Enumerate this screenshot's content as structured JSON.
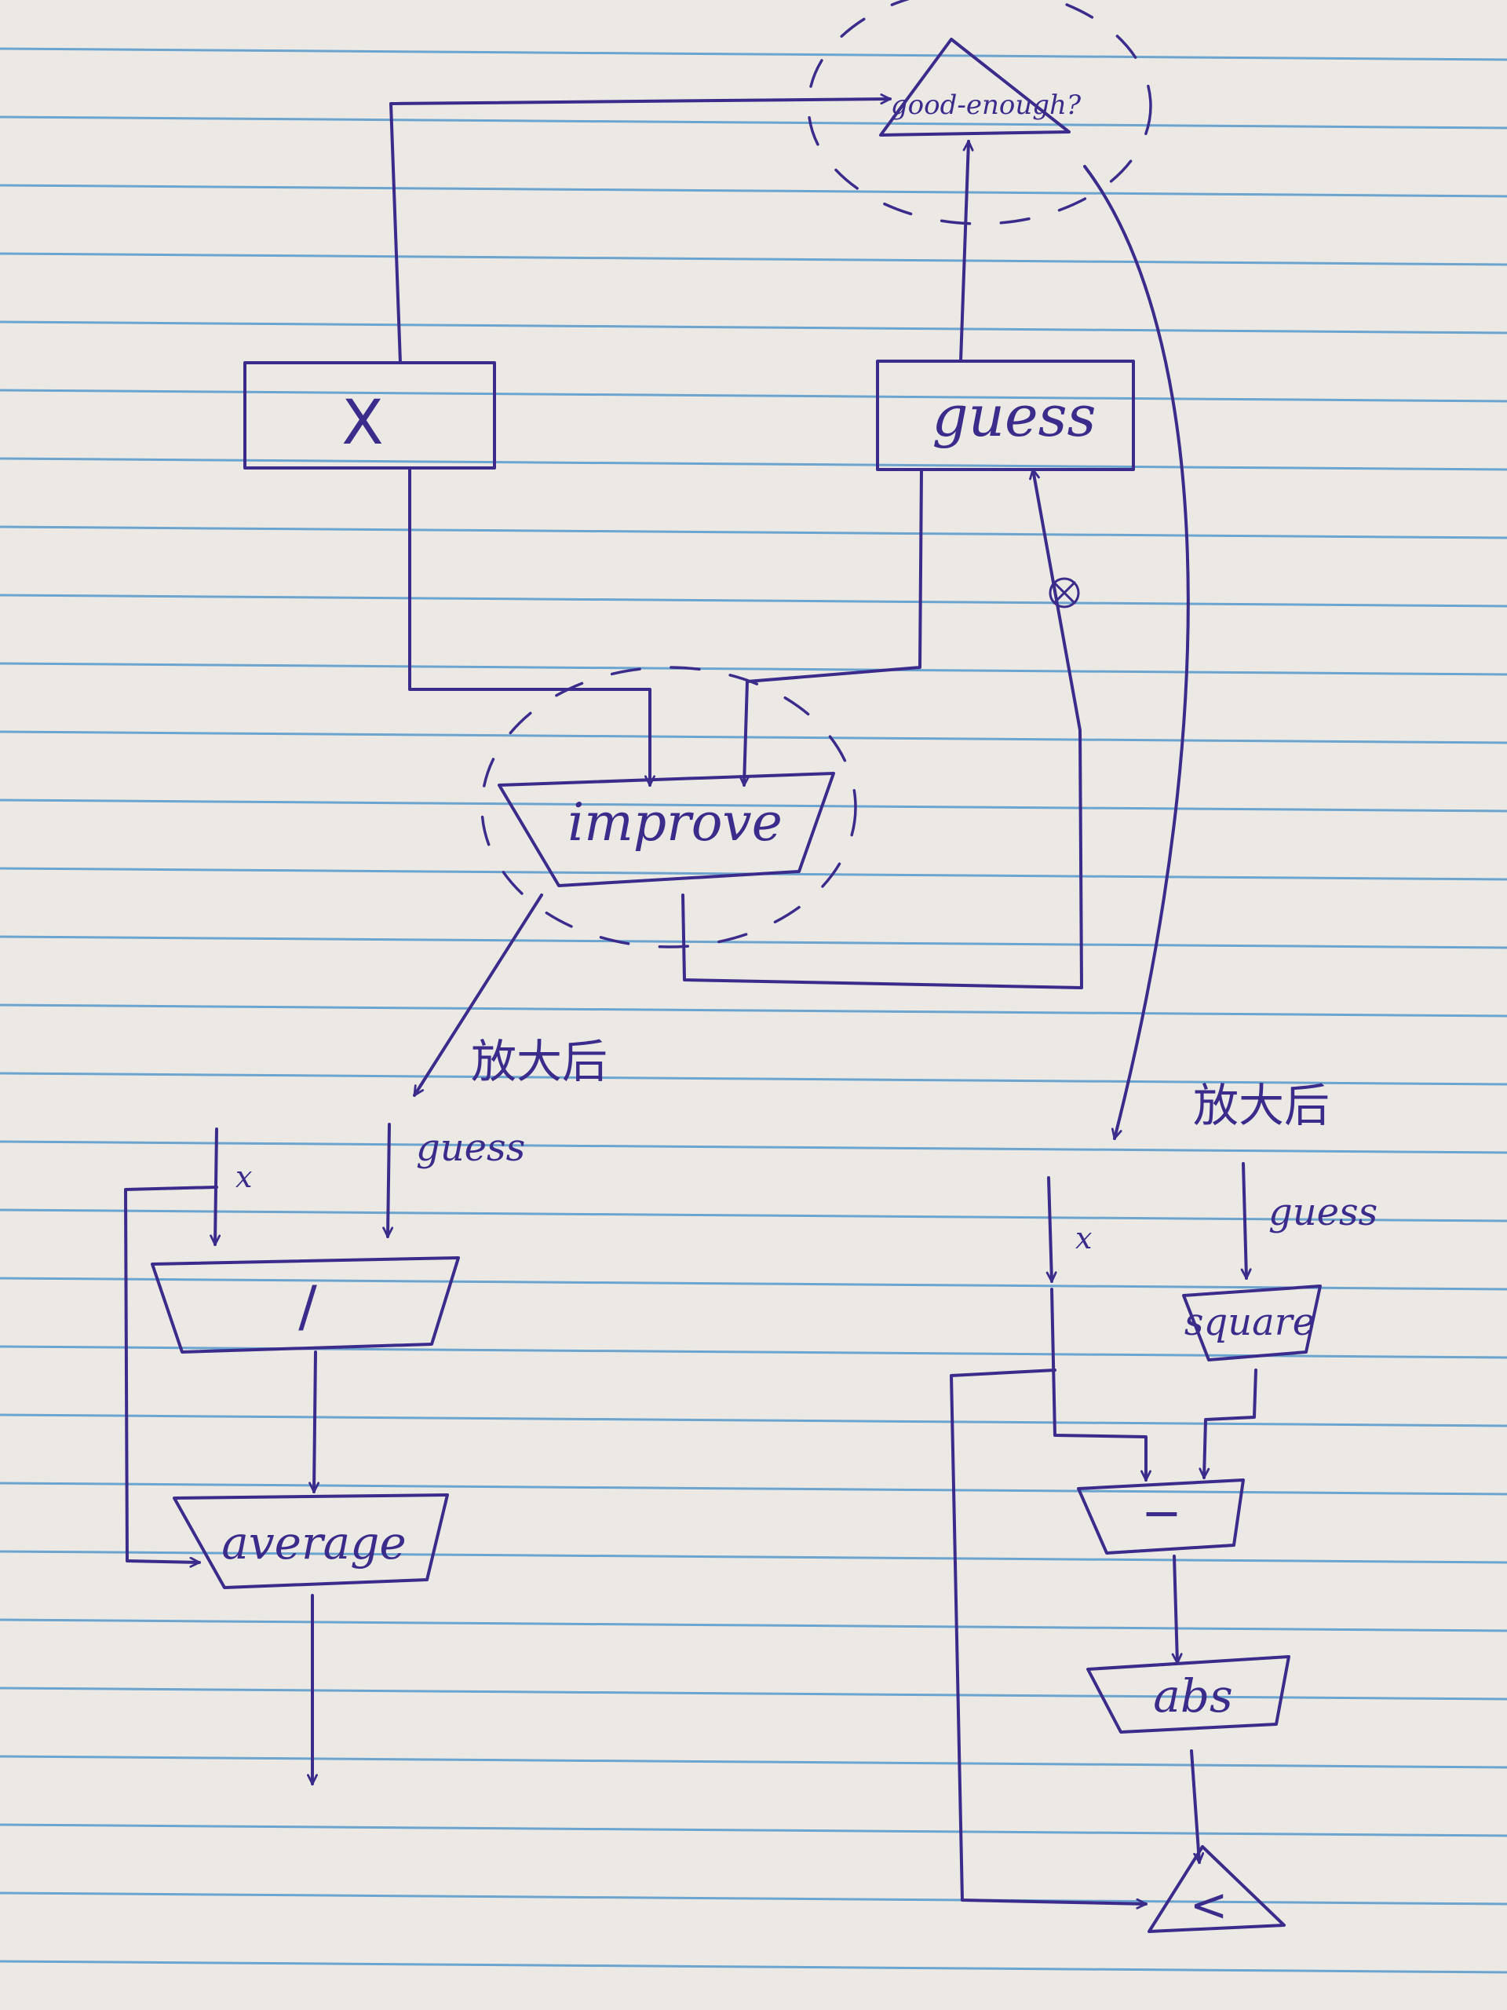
{
  "colors": {
    "paper": "#ece9e4",
    "rule_line": "#3f8ec8",
    "ink": "#3b2c8c"
  },
  "top_diagram": {
    "x_box": "X",
    "guess_box": "guess",
    "good_enough": "good-enough?",
    "improve": "improve",
    "arrow_mark": "⊗"
  },
  "zoom_annotations": {
    "left": "放大后",
    "right": "放大后"
  },
  "improve_detail": {
    "input_x": "x",
    "input_guess": "guess",
    "divide": "/",
    "average": "average"
  },
  "good_enough_detail": {
    "input_x": "x",
    "input_guess": "guess",
    "square": "square",
    "minus": "−",
    "abs": "abs",
    "less_than": "<"
  }
}
